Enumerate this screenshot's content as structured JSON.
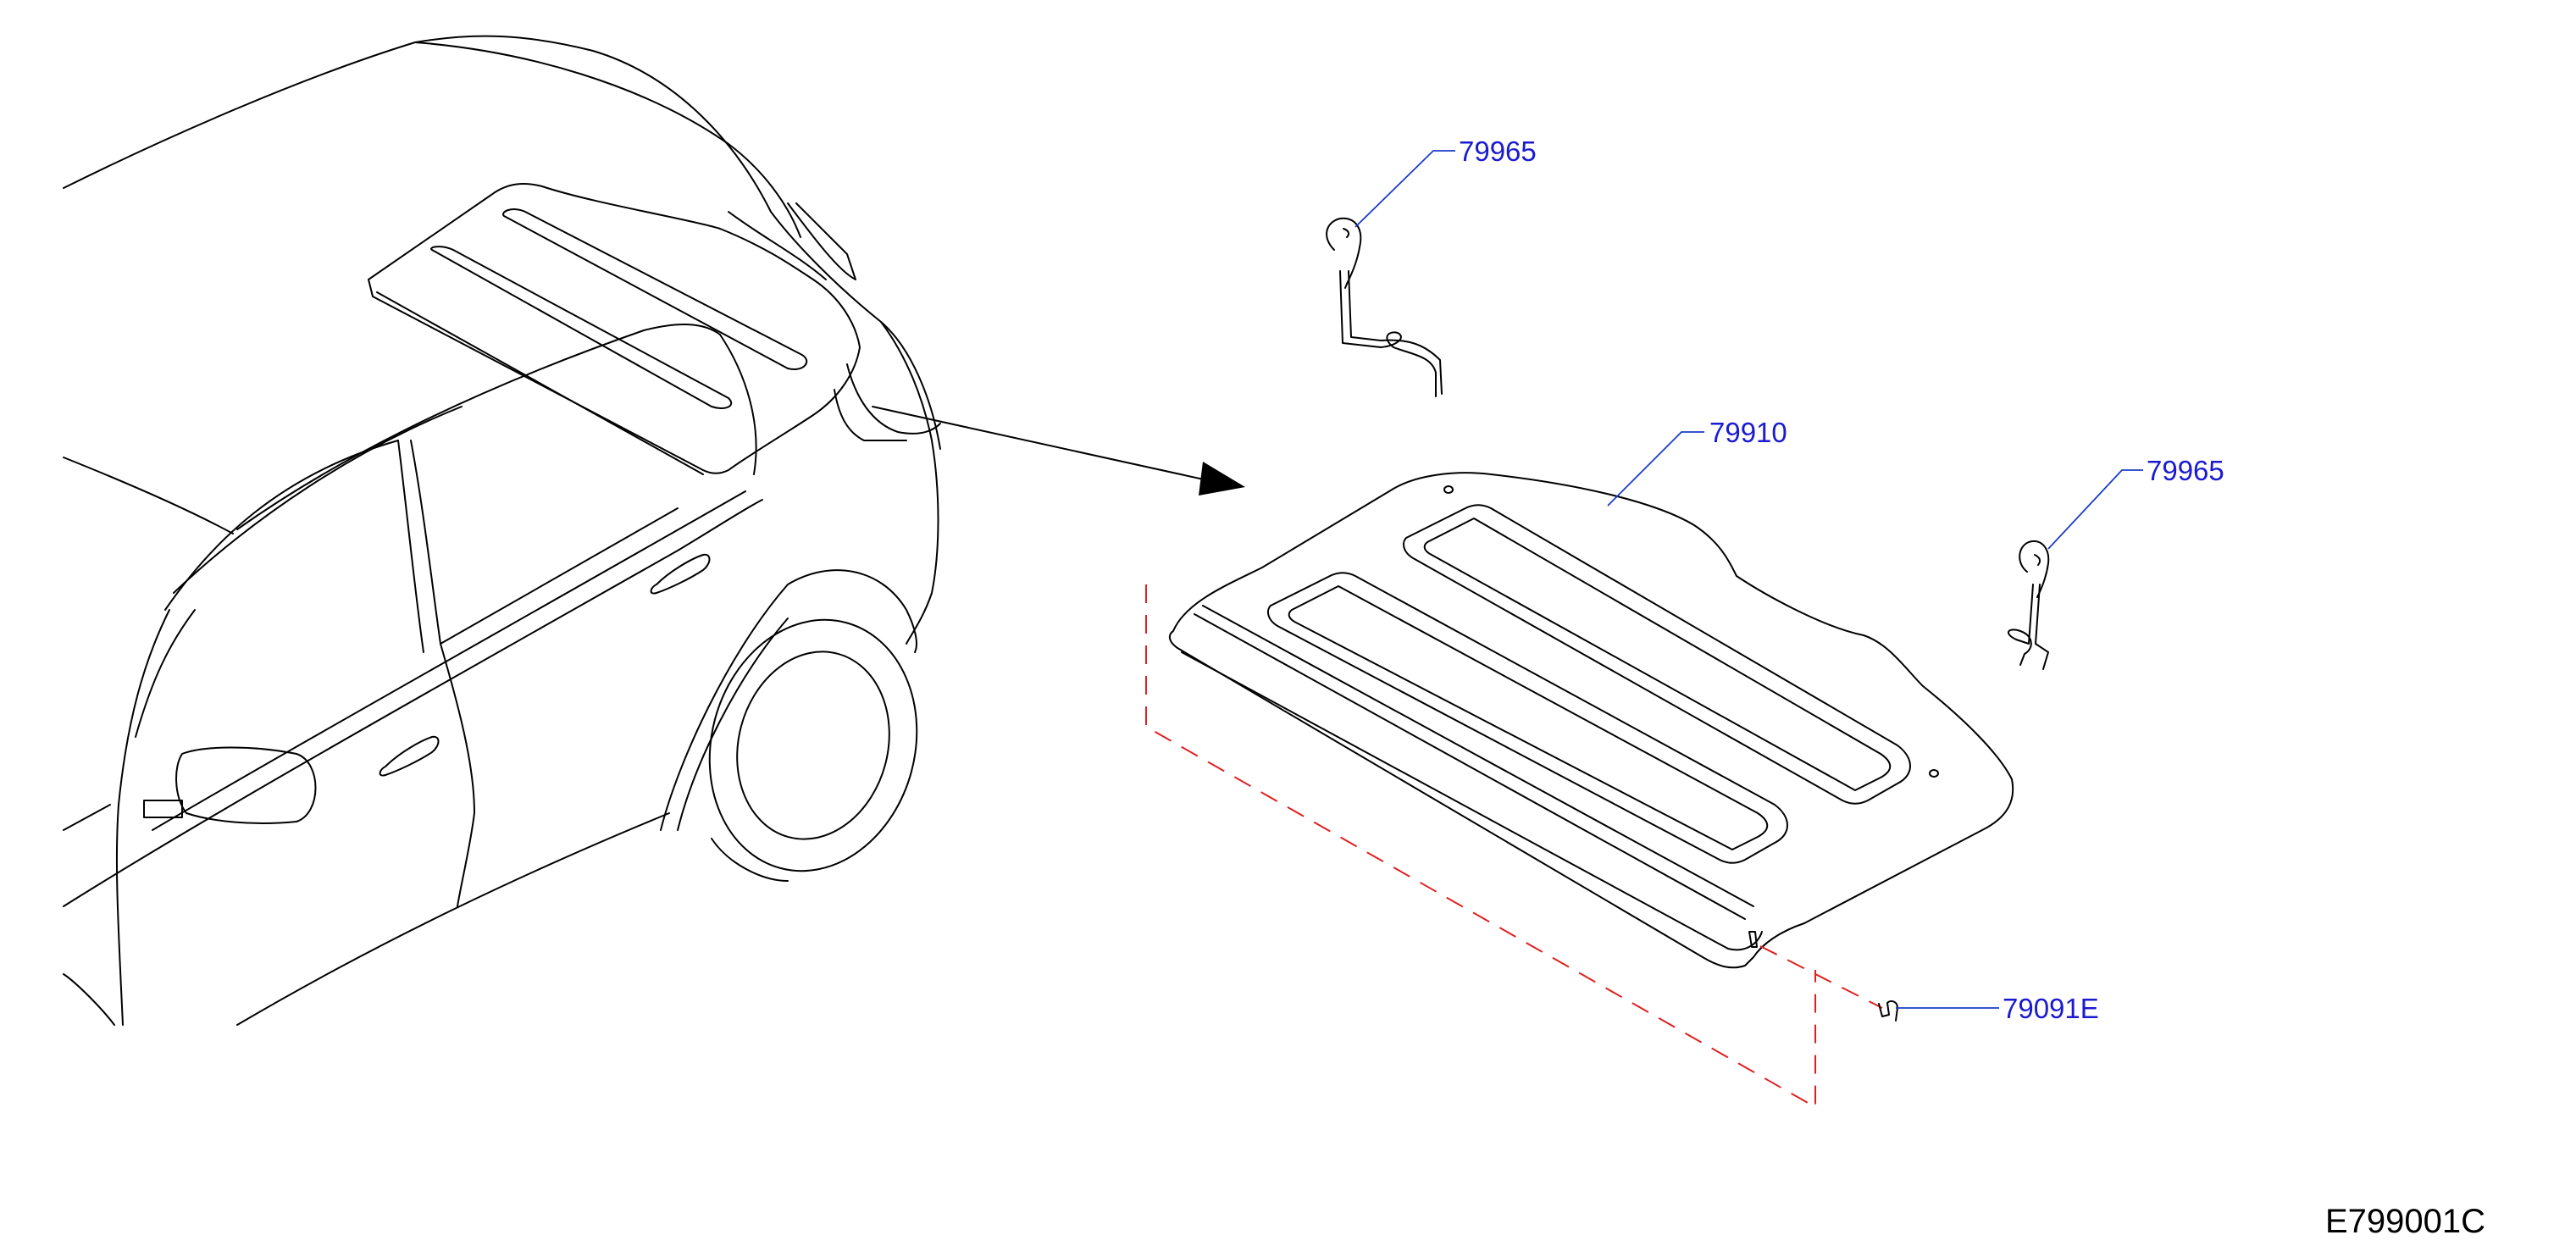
{
  "diagram": {
    "figure_code": "E799001C",
    "callouts": {
      "hook_left": "79965",
      "parcel_shelf": "79910",
      "hook_right": "79965",
      "clip": "79091E"
    },
    "colors": {
      "line": "#000000",
      "leader": "#1a3cc8",
      "callout_text": "#1a1ad0",
      "dashed_guide": "#e02020"
    }
  }
}
